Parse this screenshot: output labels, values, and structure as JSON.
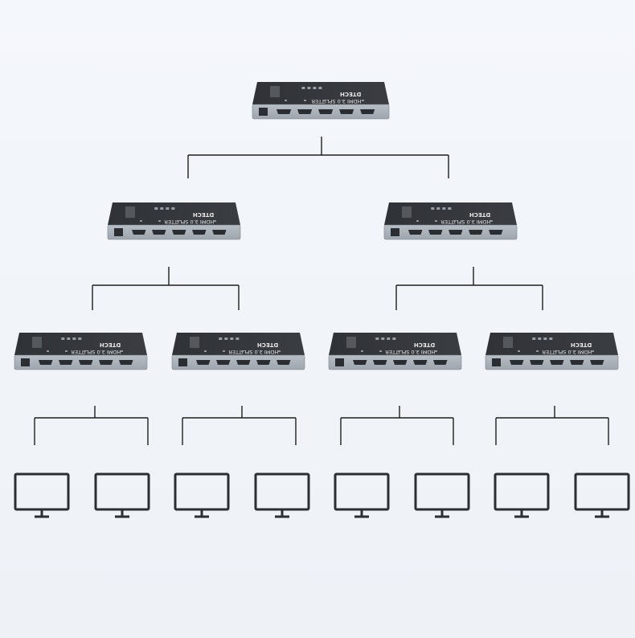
{
  "splitter": {
    "brand": "DTECH",
    "model": "HDMI 2.0 SPLITTER",
    "output_ports": 5
  },
  "colors": {
    "background": "#eef2f7",
    "device_top": "#3a3d42",
    "device_front": "#9ea5ad",
    "port": "#2a2d31",
    "connector_line": "#1e1e1e",
    "monitor_outline": "#2b2f33"
  },
  "tree": {
    "level_1_splitters": 1,
    "level_2_splitters": 2,
    "level_3_splitters": 4,
    "monitors": 8
  }
}
